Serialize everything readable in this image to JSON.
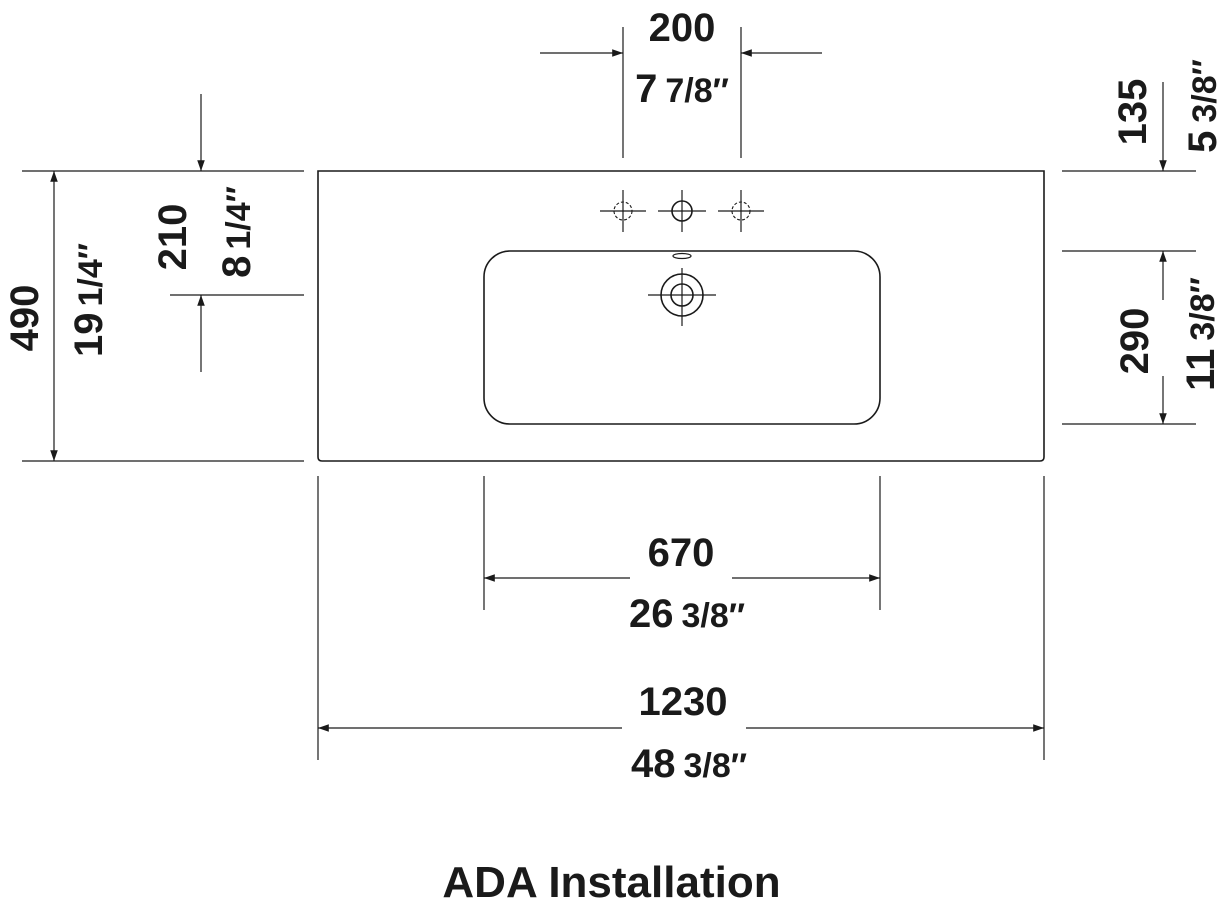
{
  "caption": "ADA Installation",
  "dimensions": {
    "tap_spacing": {
      "mm": "200",
      "inch_whole": "7",
      "inch_frac": "7/8″"
    },
    "top_to_tap": {
      "mm": "135",
      "inch_whole": "5",
      "inch_frac": "3/8″"
    },
    "overall_depth": {
      "mm": "490",
      "inch_whole": "19",
      "inch_frac": "1/4″"
    },
    "front_to_drain": {
      "mm": "210",
      "inch_whole": "8",
      "inch_frac": "1/4″"
    },
    "bowl_depth": {
      "mm": "290",
      "inch_whole": "11",
      "inch_frac": "3/8″"
    },
    "bowl_width": {
      "mm": "670",
      "inch_whole": "26",
      "inch_frac": "3/8″"
    },
    "overall_width": {
      "mm": "1230",
      "inch_whole": "48",
      "inch_frac": "3/8″"
    }
  },
  "colors": {
    "ink": "#1a1a1a",
    "background": "#ffffff"
  }
}
